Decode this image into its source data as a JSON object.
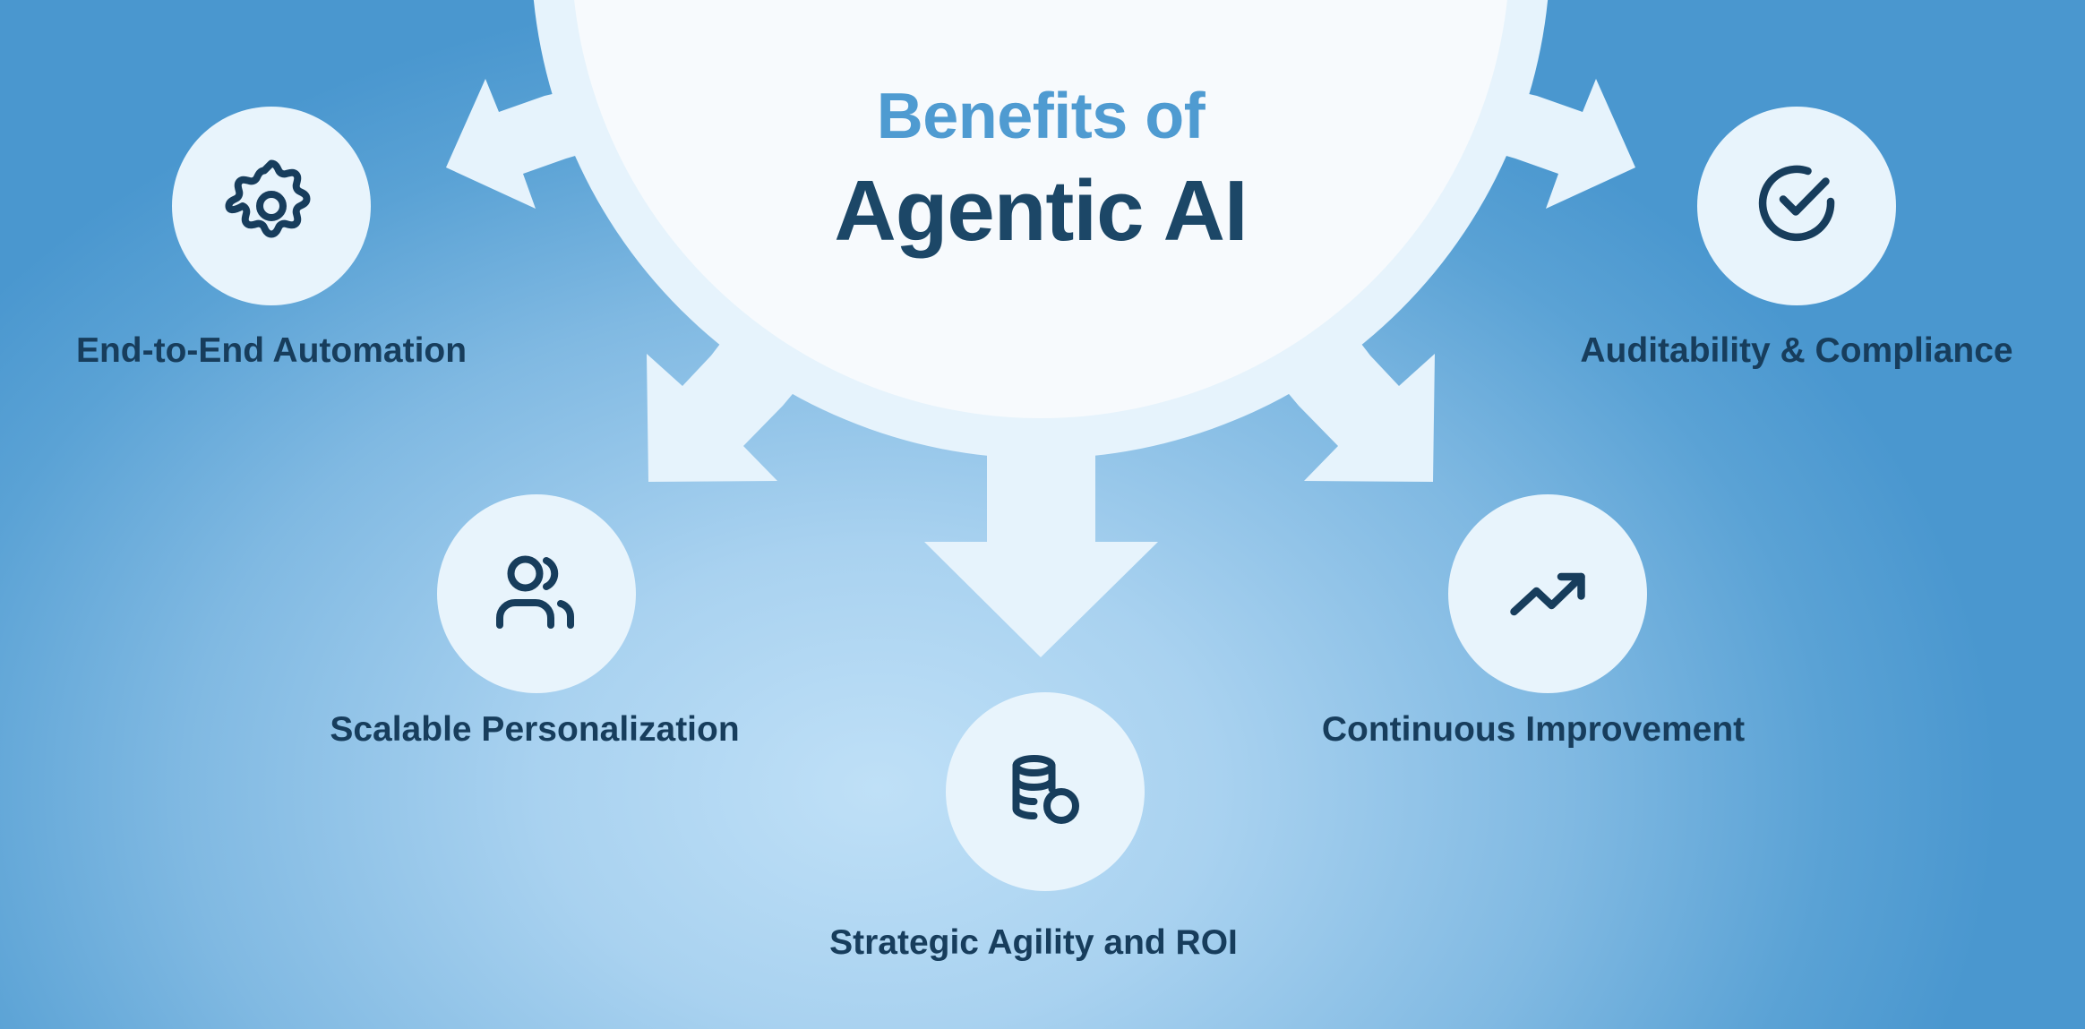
{
  "title": {
    "line1": "Benefits of",
    "line2": "Agentic AI"
  },
  "colors": {
    "title_accent": "#4f9bd1",
    "title_dark": "#1c4767",
    "label_text": "#173d5c",
    "disc_fill": "#e8f4fc",
    "hub_fill": "#f7fafd",
    "ring_fill": "#e6f3fc",
    "icon_stroke": "#173d5c",
    "bg_center": "#bfe0f7",
    "bg_edge": "#4a97cf"
  },
  "benefits": [
    {
      "label": "End-to-End Automation",
      "icon": "gear-icon"
    },
    {
      "label": "Auditability & Compliance",
      "icon": "check-circle-icon"
    },
    {
      "label": "Scalable Personalization",
      "icon": "users-icon"
    },
    {
      "label": "Continuous Improvement",
      "icon": "trending-up-icon"
    },
    {
      "label": "Strategic Agility and ROI",
      "icon": "coins-icon"
    }
  ]
}
